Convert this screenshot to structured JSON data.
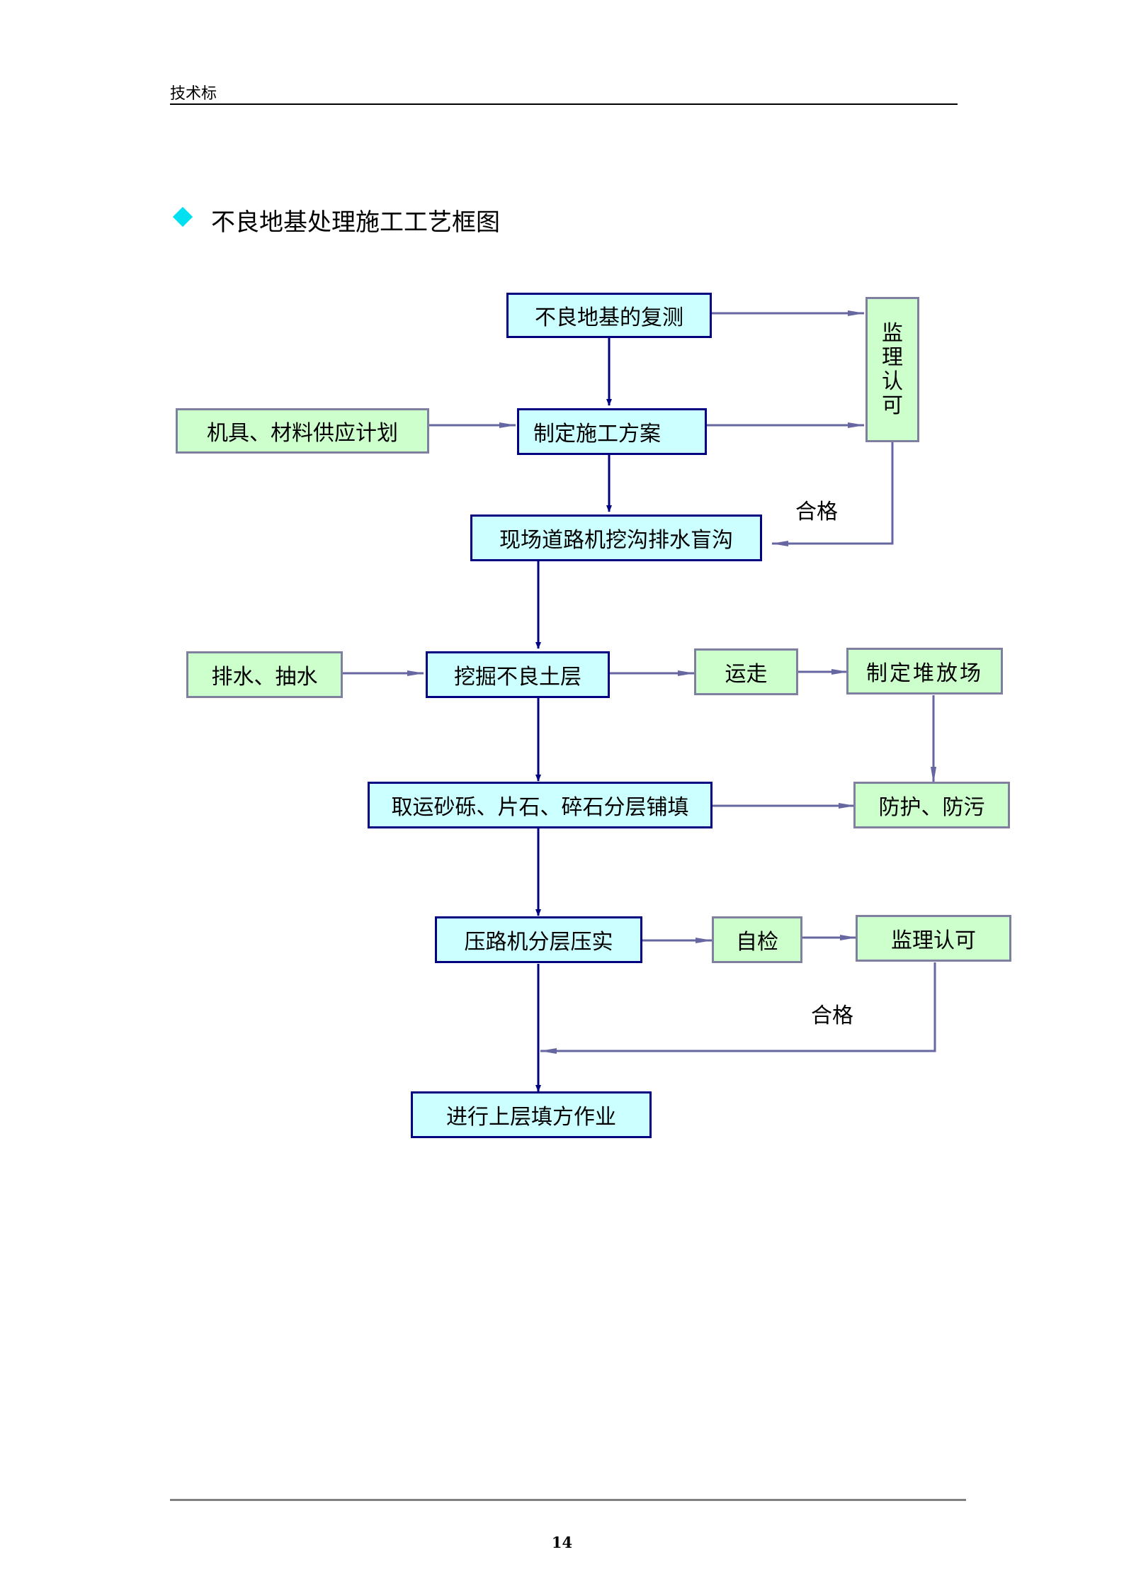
{
  "header": {
    "title": "技术标"
  },
  "section": {
    "title": "不良地基处理施工工艺框图"
  },
  "flow": {
    "recheck": "不良地基的复测",
    "supervisor_vertical": [
      "监",
      "理",
      "认",
      "可"
    ],
    "equipment_plan": "机具、材料供应计划",
    "construction_plan": "制定施工方案",
    "pass_label_1": "合格",
    "drainage_ditch": "现场道路机挖沟排水盲沟",
    "drain_pump": "排水、抽水",
    "excavate": "挖掘不良土层",
    "haul": "运走",
    "stockpile": "制定堆放场",
    "fill": "取运砂砾、片石、碎石分层铺填",
    "protect": "防护、防污",
    "compact": "压路机分层压实",
    "self_check": "自检",
    "supervisor_approve": "监理认可",
    "pass_label_2": "合格",
    "next_layer": "进行上层填方作业"
  },
  "colors": {
    "blue_box_fill": "#ccffff",
    "blue_box_border": "#000080",
    "green_box_fill": "#ccffcc",
    "green_box_border": "#7f7f9f",
    "main_arrow": "#000080",
    "side_arrow": "#6666a0",
    "title_diamond": "#00e0f0"
  },
  "footer": {
    "page_number": "14"
  }
}
